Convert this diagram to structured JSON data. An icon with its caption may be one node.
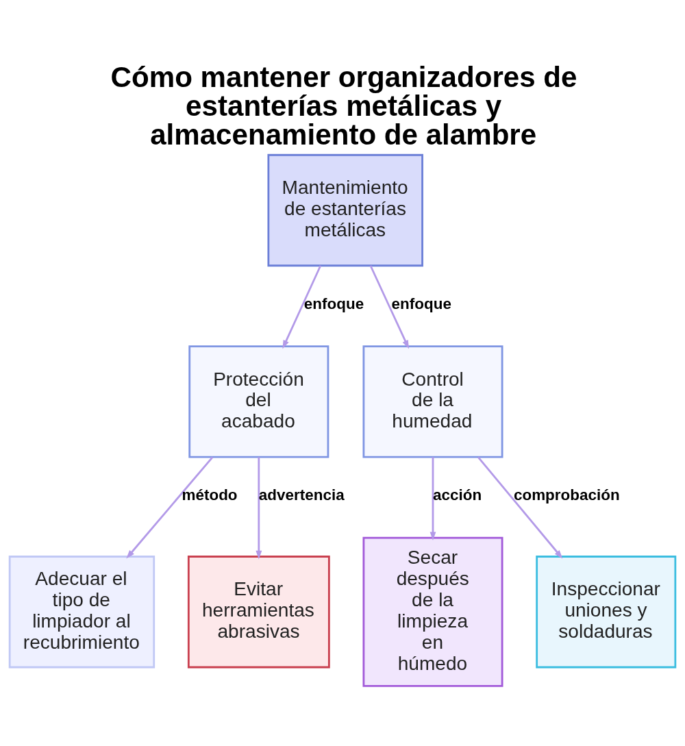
{
  "diagram": {
    "title": "Cómo mantener organizadores de estanterías metálicas y almacenamiento de alambre",
    "nodes": [
      {
        "text": [
          "Mantenimiento de estanterías metálicas"
        ]
      },
      {
        "text": [
          "Protección del acabado"
        ]
      },
      {
        "text": [
          "Control de la humedad"
        ]
      },
      {
        "text": [
          "Adecuar el tipo de limpiador al recubrimiento"
        ]
      },
      {
        "text": [
          "Evitar herramientas abrasivas"
        ]
      },
      {
        "text": [
          "Secar después de la limpieza en húmedo"
        ]
      },
      {
        "text": [
          "Inspeccionar uniones y soldaduras"
        ]
      }
    ],
    "edges": [
      {
        "from": 0,
        "to": 1,
        "arrow": "to",
        "label": "enfoque"
      },
      {
        "from": 0,
        "to": 2,
        "arrow": "to",
        "label": "enfoque"
      },
      {
        "from": 1,
        "to": 3,
        "arrow": "to",
        "label": "método"
      },
      {
        "from": 1,
        "to": 4,
        "arrow": "to",
        "label": "advertencia"
      },
      {
        "from": 2,
        "to": 5,
        "arrow": "to",
        "label": "acción"
      },
      {
        "from": 2,
        "to": 6,
        "arrow": "to",
        "label": "comprobación"
      }
    ]
  }
}
